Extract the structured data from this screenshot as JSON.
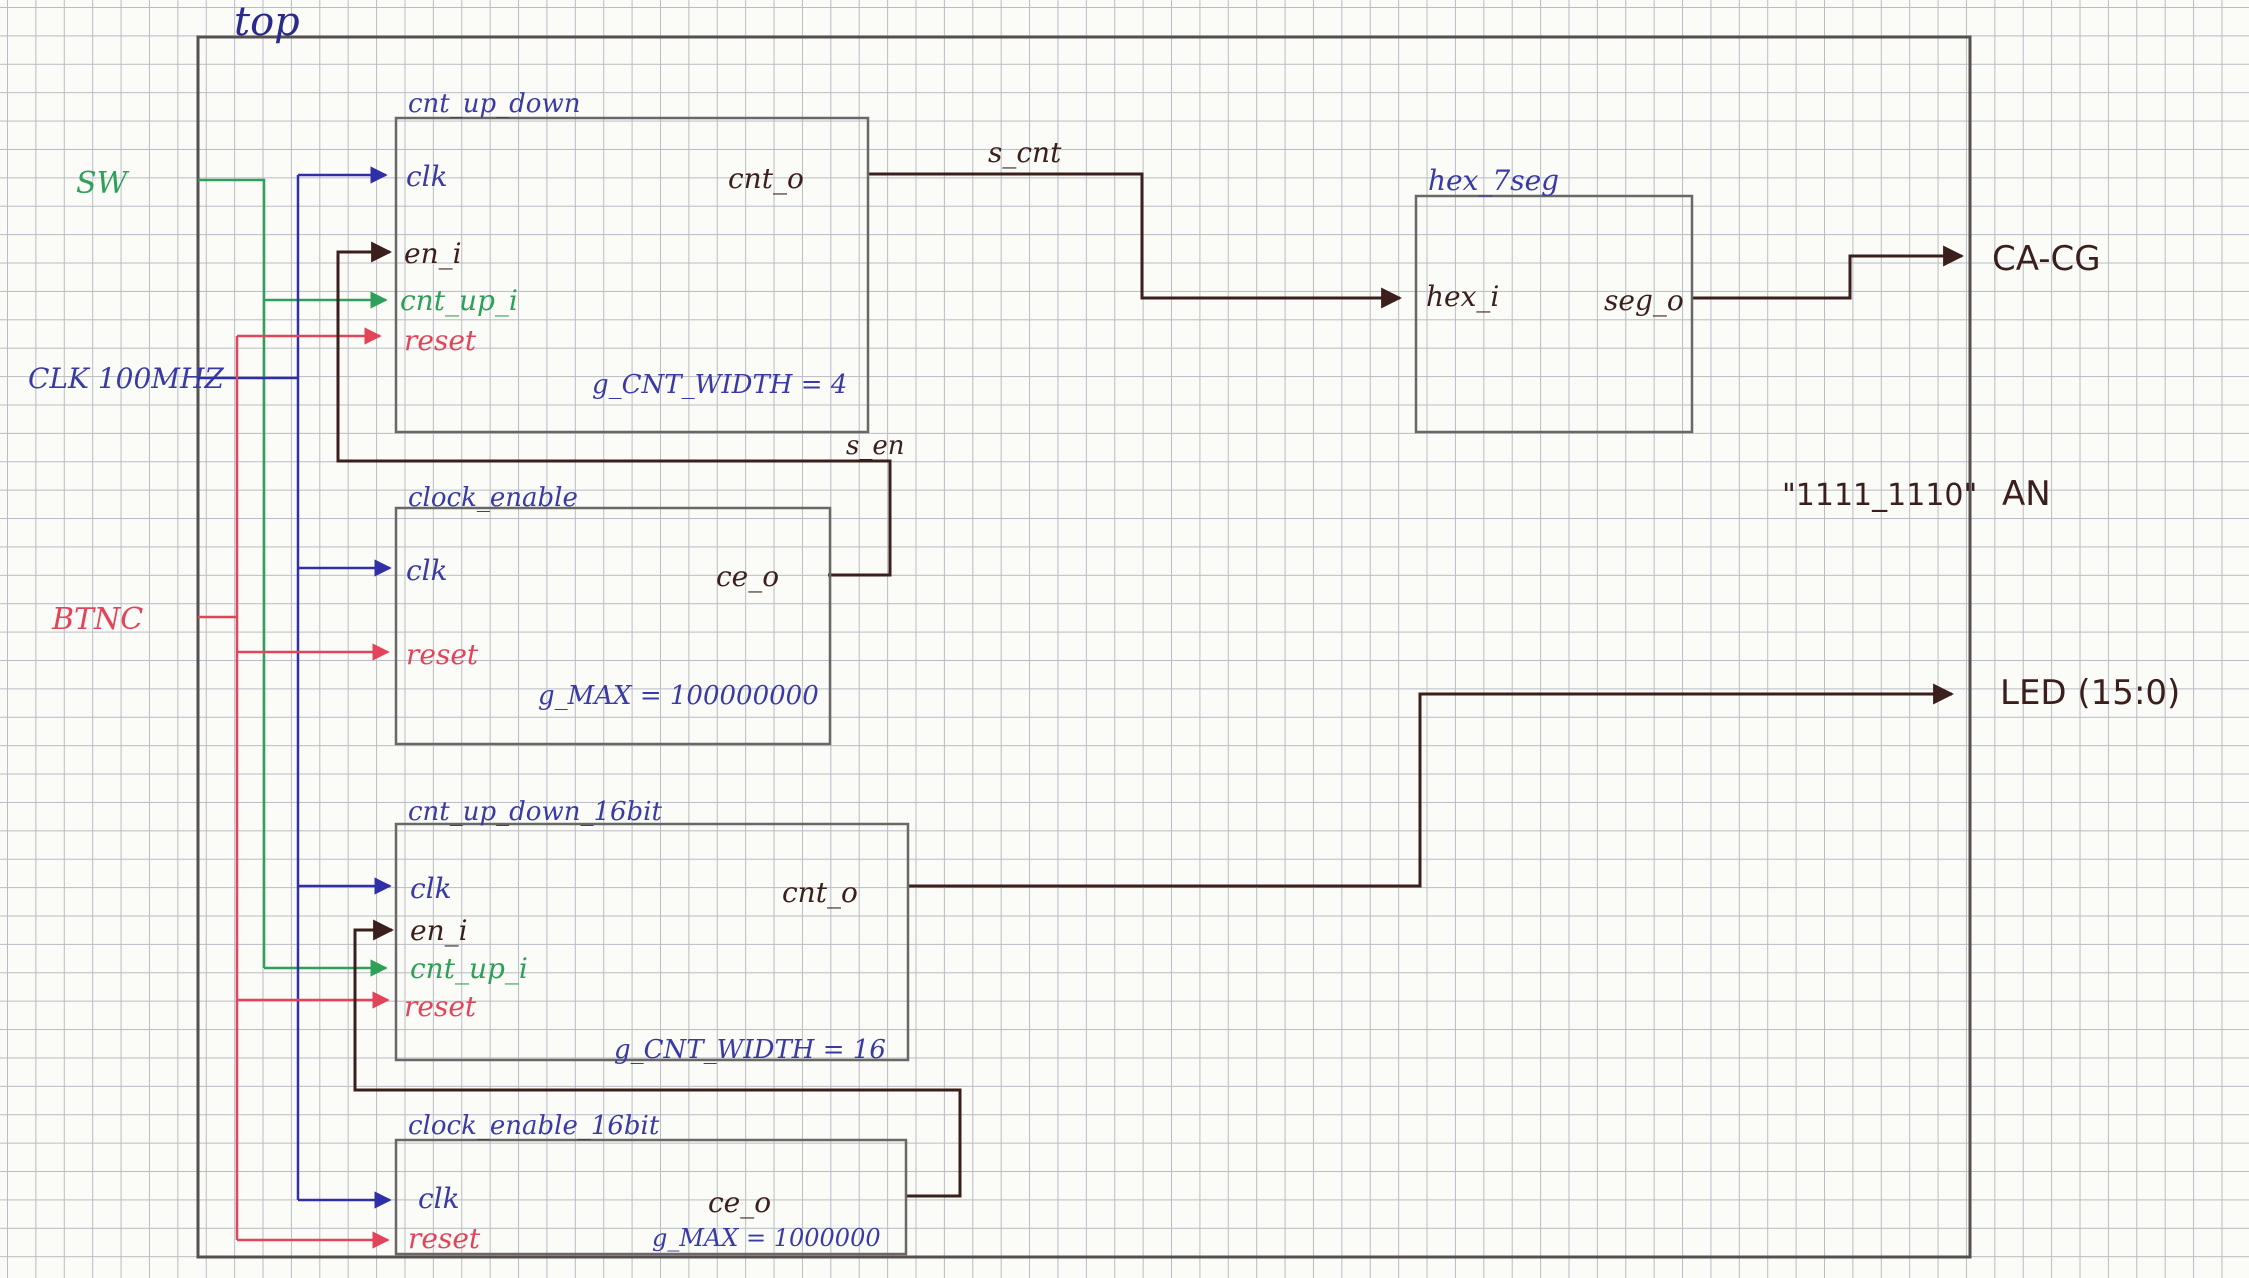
{
  "colors": {
    "clk": "#2f2fa8",
    "sw": "#2fa05a",
    "btn": "#e2455a",
    "internal": "#3b1f1c",
    "frame": "#55504f"
  },
  "top": {
    "title": "top"
  },
  "inputs": {
    "sw": "SW",
    "clk": "CLK 100MHZ",
    "btn": "BTNC"
  },
  "outputs": {
    "seg": "CA-CG",
    "an": "AN",
    "an_value": "\"1111_1110\"",
    "led": "LED (15:0)"
  },
  "signals": {
    "s_cnt": "s_cnt",
    "s_en": "s_en"
  },
  "blocks": {
    "cnt_up_down": {
      "title": "cnt_up_down",
      "clk": "clk",
      "en_i": "en_i",
      "cnt_up_i": "cnt_up_i",
      "reset": "reset",
      "cnt_o": "cnt_o",
      "generic": "g_CNT_WIDTH = 4"
    },
    "clock_enable": {
      "title": "clock_enable",
      "clk": "clk",
      "reset": "reset",
      "ce_o": "ce_o",
      "generic": "g_MAX = 100000000"
    },
    "hex_7seg": {
      "title": "hex_7seg",
      "hex_i": "hex_i",
      "seg_o": "seg_o"
    },
    "cnt_up_down_16bit": {
      "title": "cnt_up_down_16bit",
      "clk": "clk",
      "en_i": "en_i",
      "cnt_up_i": "cnt_up_i",
      "reset": "reset",
      "cnt_o": "cnt_o",
      "generic": "g_CNT_WIDTH = 16"
    },
    "clock_enable_16bit": {
      "title": "clock_enable_16bit",
      "clk": "clk",
      "reset": "reset",
      "ce_o": "ce_o",
      "generic": "g_MAX = 1000000"
    }
  }
}
